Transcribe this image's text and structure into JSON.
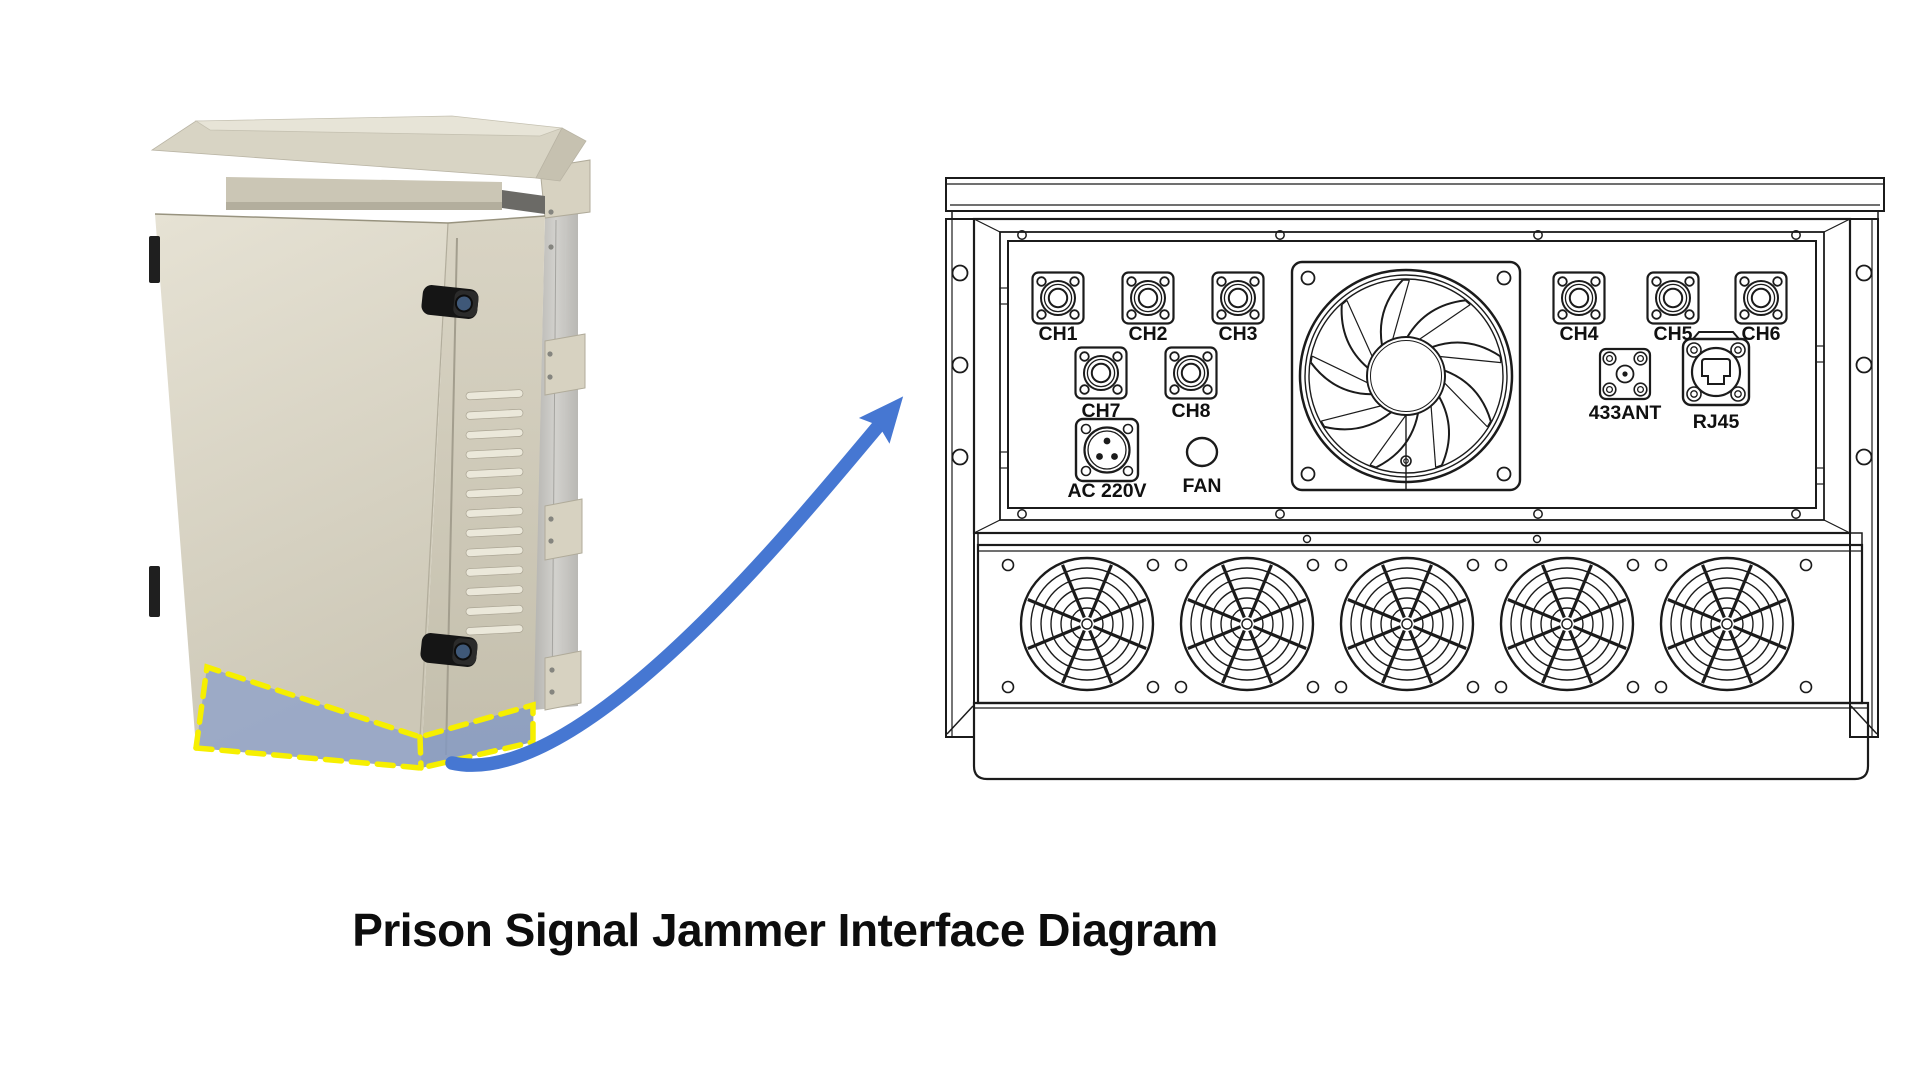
{
  "title": "Prison Signal Jammer Interface Diagram",
  "colors": {
    "arrow_blue": "#4677d2",
    "highlight_fill": "#8ea1c9",
    "highlight_dash": "#f6ef00",
    "drawing_line": "#1b1b1b",
    "cabinet_beige": "#d9d5c5"
  },
  "diagram": {
    "labels": {
      "ch1": "CH1",
      "ch2": "CH2",
      "ch3": "CH3",
      "ch4": "CH4",
      "ch5": "CH5",
      "ch6": "CH6",
      "ch7": "CH7",
      "ch8": "CH8",
      "ant433": "433ANT",
      "rj45": "RJ45",
      "ac220": "AC 220V",
      "fan": "FAN"
    }
  }
}
